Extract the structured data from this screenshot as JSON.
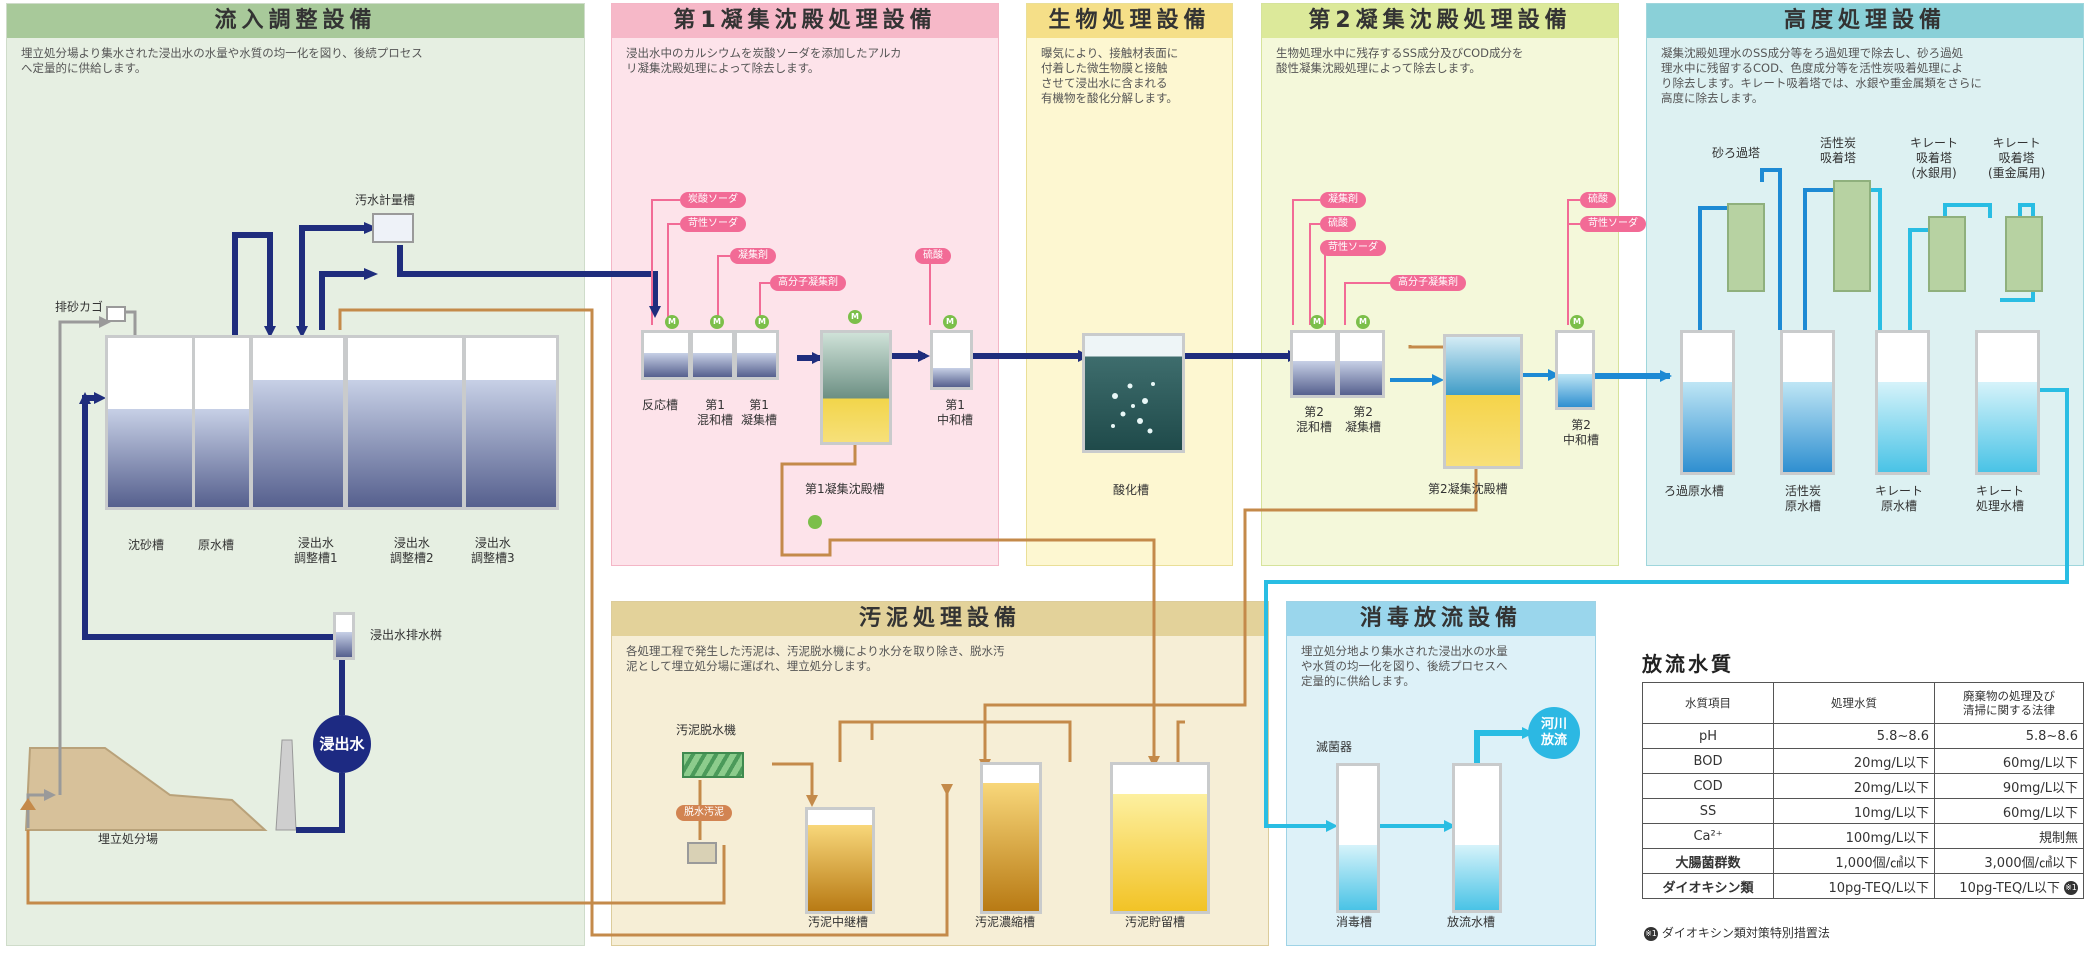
{
  "sections": {
    "s1": {
      "title": "流入調整設備",
      "desc": "埋立処分場より集水された浸出水の水量や水質の均一化を図り、後続プロセス\nへ定量的に供給します。"
    },
    "s2": {
      "title": "第1凝集沈殿処理設備",
      "desc": "浸出水中のカルシウムを炭酸ソーダを添加したアルカ\nリ凝集沈殿処理によって除去します。"
    },
    "s3": {
      "title": "生物処理設備",
      "desc": "曝気により、接触材表面に\n付着した微生物膜と接触\nさせて浸出水に含まれる\n有機物を酸化分解します。"
    },
    "s4": {
      "title": "第2凝集沈殿処理設備",
      "desc": "生物処理水中に残存するSS成分及びCOD成分を\n酸性凝集沈殿処理によって除去します。"
    },
    "s5": {
      "title": "高度処理設備",
      "desc": "凝集沈殿処理水のSS成分等をろ過処理で除去し、砂ろ過処\n理水中に残留するCOD、色度成分等を活性炭吸着処理によ\nり除去します。キレート吸着塔では、水銀や重金属類をさらに\n高度に除去します。"
    },
    "s6": {
      "title": "汚泥処理設備",
      "desc": "各処理工程で発生した汚泥は、汚泥脱水機により水分を取り除き、脱水汚\n泥として埋立処分場に運ばれ、埋立処分します。"
    },
    "s7": {
      "title": "消毒放流設備",
      "desc": "埋立処分地より集水された浸出水の水量\nや水質の均一化を図り、後続プロセスへ\n定量的に供給します。"
    }
  },
  "labels": {
    "sand_basket": "排砂カゴ",
    "sewage_meter": "汚水計量槽",
    "grit": "沈砂槽",
    "raw_water": "原水槽",
    "eq1": "浸出水\n調整槽1",
    "eq2": "浸出水\n調整槽2",
    "eq3": "浸出水\n調整槽3",
    "drain_pump": "浸出水排水桝",
    "landfill": "埋立処分場",
    "leachate": "浸出水",
    "reaction": "反応槽",
    "n1_neutral": "第1\n混和槽",
    "n1_coag": "第1\n凝集槽",
    "settle1": "第1凝集沈殿槽",
    "n1_ph": "第1\n中和槽",
    "oxidation": "酸化槽",
    "n2_neutral": "第2\n混和槽",
    "n2_coag": "第2\n凝集槽",
    "settle2": "第2凝集沈殿槽",
    "n2_ph": "第2\n中和槽",
    "sand_filter": "砂ろ過塔",
    "ac_tower": "活性炭\n吸着塔",
    "chelate_hg": "キレート\n吸着塔\n(水銀用)",
    "chelate_hm": "キレート\n吸着塔\n(重金属用)",
    "filt_raw": "ろ過原水槽",
    "ac_raw": "活性炭\n原水槽",
    "chelate_raw": "キレート\n原水槽",
    "chelate_treated": "キレート\n処理水槽",
    "dewater": "汚泥脱水機",
    "sludge_relay": "汚泥中継槽",
    "sludge_thick": "汚泥濃縮槽",
    "sludge_store": "汚泥貯留槽",
    "dewatered": "脱水汚泥",
    "sterilizer": "滅菌器",
    "disinfect": "消毒槽",
    "discharge": "放流水槽",
    "river": "河川\n放流"
  },
  "chemicals": {
    "c1": "炭酸ソーダ",
    "c2": "苛性ソーダ",
    "c3": "凝集剤",
    "c4": "高分子凝集剤",
    "c5": "硫酸",
    "c6": "凝集剤",
    "c7": "硫酸",
    "c8": "苛性ソーダ",
    "c9": "高分子凝集剤",
    "c10": "硫酸",
    "c11": "苛性ソーダ"
  },
  "motor_mark": "M",
  "water_quality": {
    "title": "放流水質",
    "headers": [
      "水質項目",
      "処理水質",
      "廃棄物の処理及び\n清掃に関する法律"
    ],
    "rows": [
      [
        "pH",
        "5.8~8.6",
        "5.8~8.6"
      ],
      [
        "BOD",
        "20mg/L以下",
        "60mg/L以下"
      ],
      [
        "COD",
        "20mg/L以下",
        "90mg/L以下"
      ],
      [
        "SS",
        "10mg/L以下",
        "60mg/L以下"
      ],
      [
        "Ca²⁺",
        "100mg/L以下",
        "規制無"
      ],
      [
        "大腸菌群数",
        "1,000個/㎤以下",
        "3,000個/㎤以下"
      ],
      [
        "ダイオキシン類",
        "10pg-TEQ/L以下",
        "10pg-TEQ/L以下"
      ]
    ],
    "note_mark": "※1",
    "note": "ダイオキシン類対策特別措置法"
  },
  "colors": {
    "navy_pipe": "#1f2d7d",
    "blue_pipe": "#1d8ad4",
    "cyan_pipe": "#29bde3",
    "sludge_pipe": "#c48a4a",
    "gray_pipe": "#9a9a9a",
    "chem_pipe": "#f26b96"
  }
}
